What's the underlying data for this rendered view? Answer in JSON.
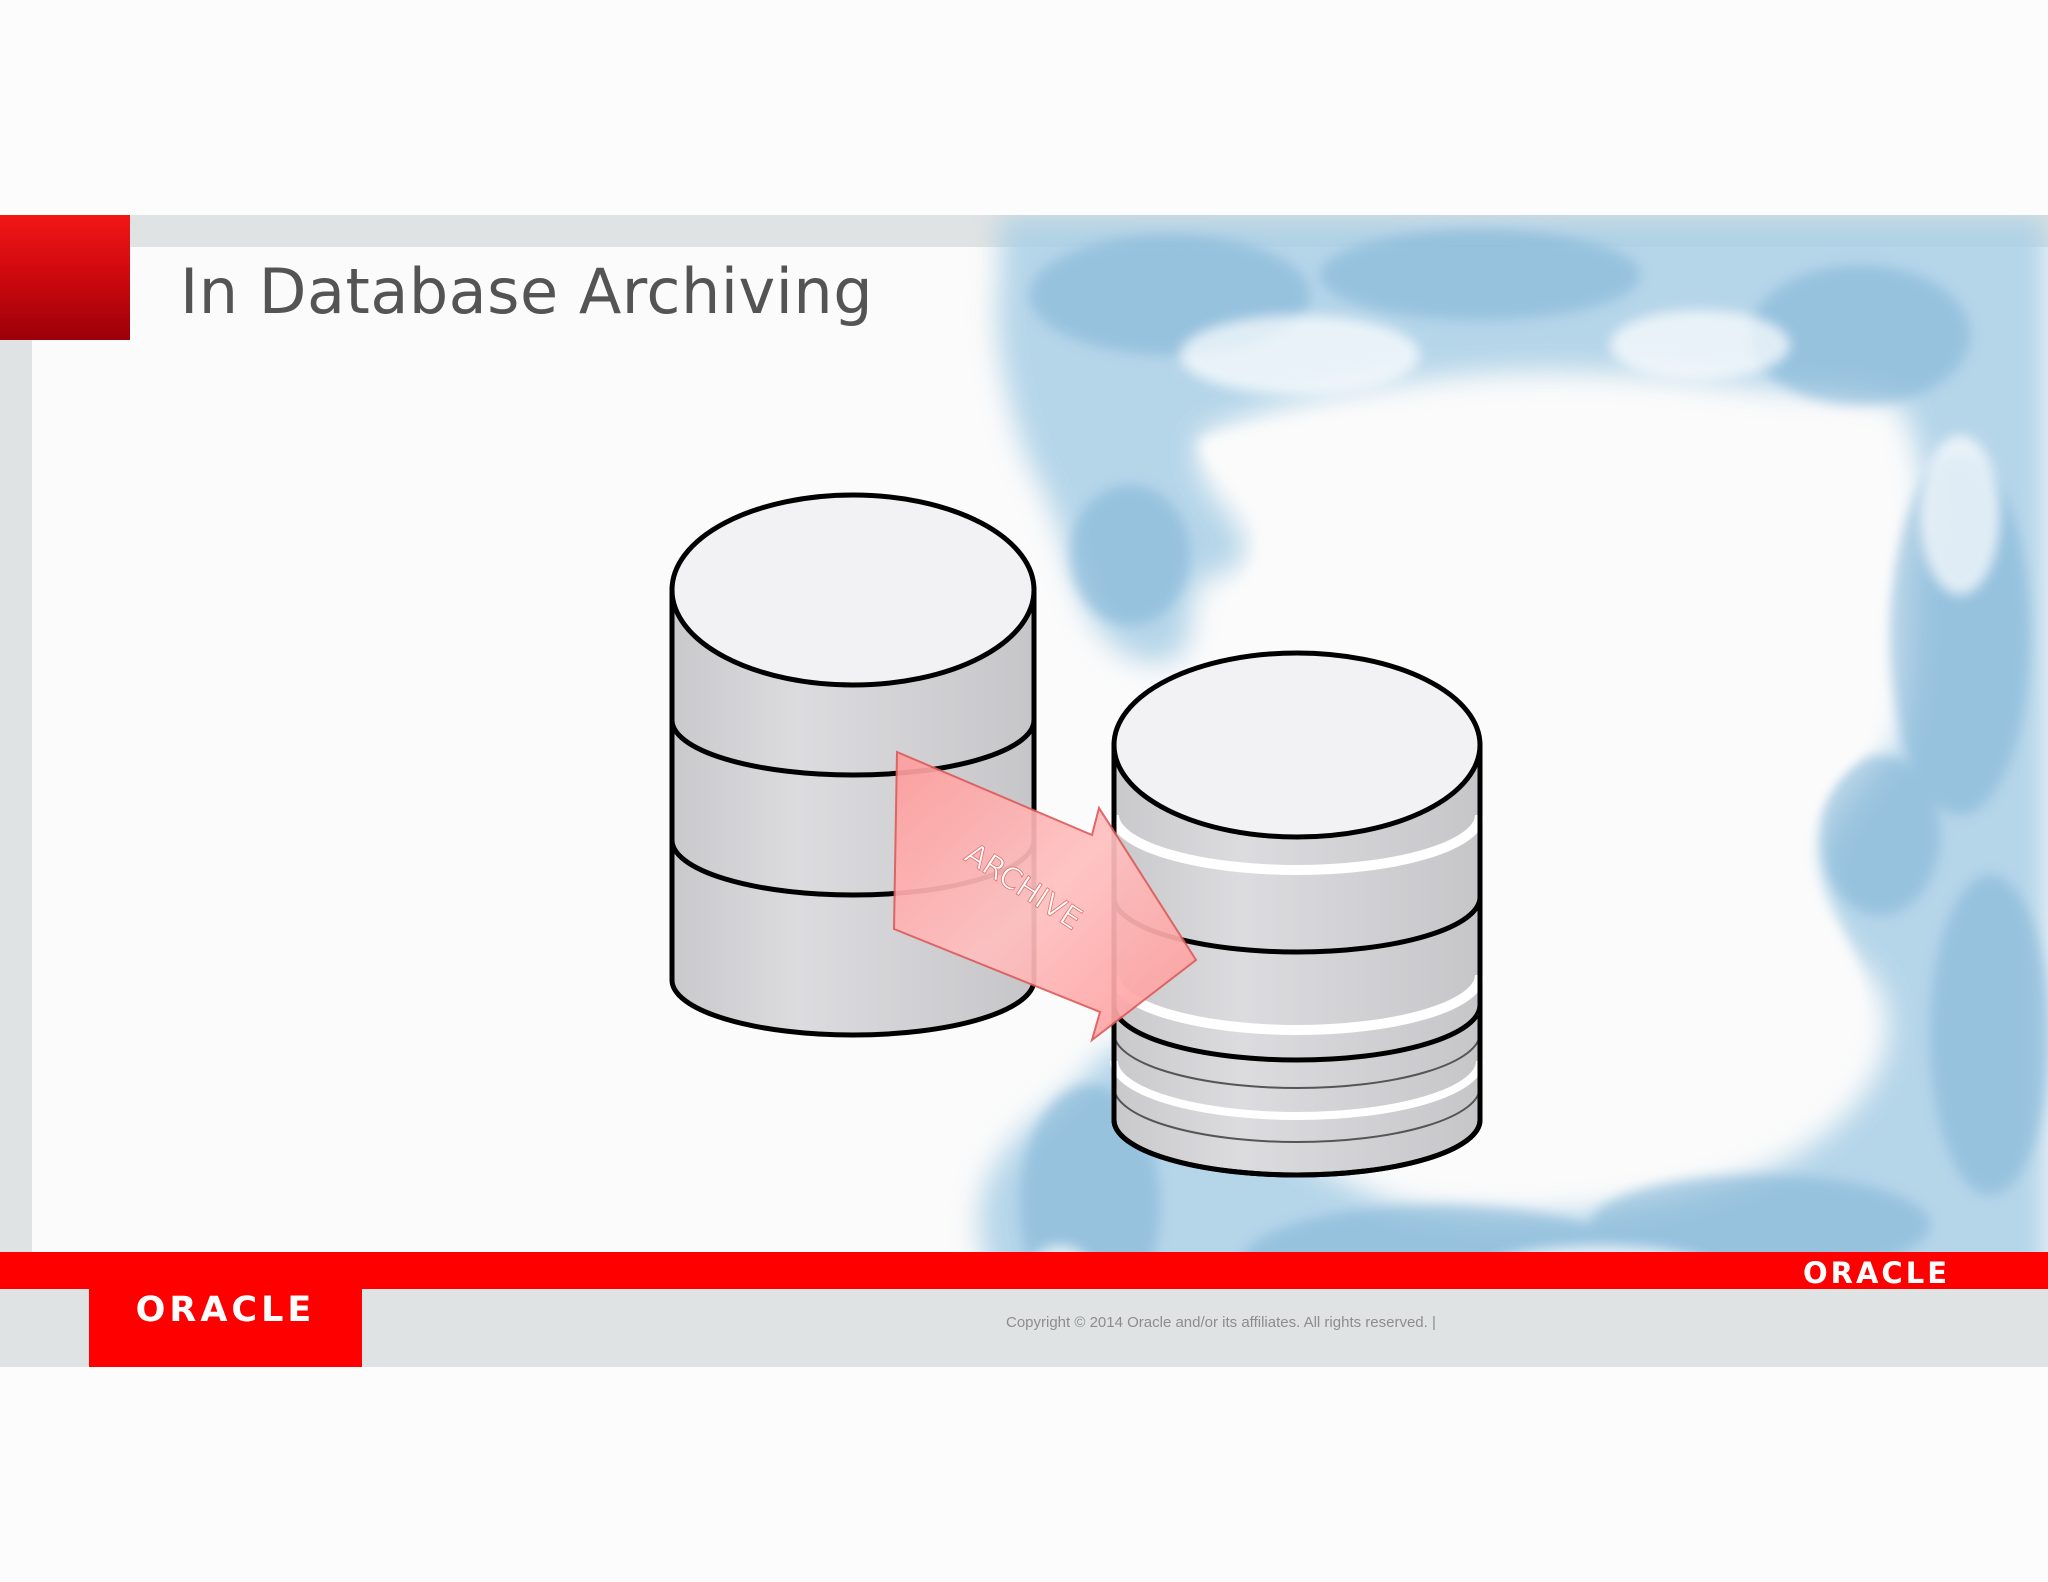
{
  "slide": {
    "title": "In Database Archiving",
    "arrow_label": "ARCHIVE",
    "footer": {
      "logo_left": "ORACLE",
      "logo_right": "ORACLE",
      "copyright": "Copyright © 2014 Oracle and/or its affiliates. All rights reserved.  |"
    }
  },
  "colors": {
    "brand_red": "#ff0000",
    "title_text": "#545454",
    "sky_blue": "#a9cfe6",
    "arrow_fill": "#ffb0b0"
  },
  "icons": [
    "database-icon",
    "archive-database-icon",
    "archive-arrow-icon",
    "oracle-logo"
  ]
}
